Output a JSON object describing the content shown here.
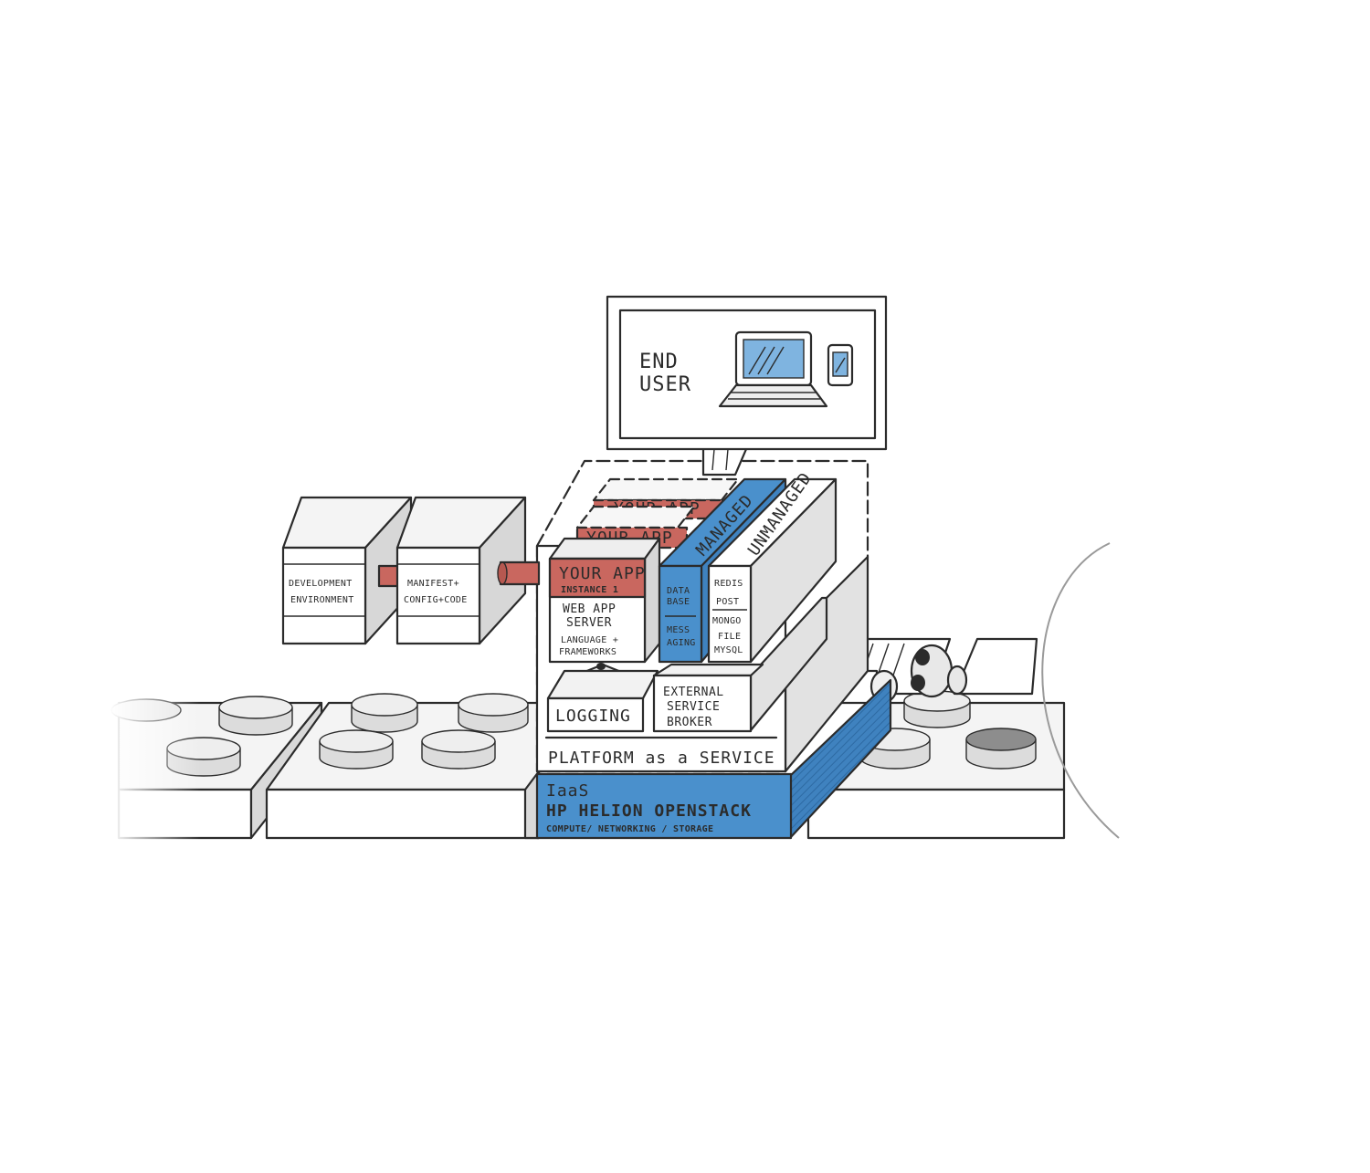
{
  "colors": {
    "accent_red": "#c9675f",
    "accent_blue": "#4a90cc",
    "ink": "#2b2b2b",
    "shade": "#e4e4e4",
    "shade_dark": "#cfcfcf"
  },
  "end_user": {
    "label_line1": "END",
    "label_line2": "USER",
    "icons": [
      "laptop-icon",
      "phone-icon",
      "up-arrow-icon"
    ]
  },
  "dev": {
    "development_line1": "DEVELOPMENT",
    "development_line2": "ENVIRONMENT",
    "manifest_line1": "MANIFEST+",
    "manifest_line2": "CONFIG+CODE"
  },
  "app": {
    "ghost_label": "YOUR APP",
    "title": "YOUR APP",
    "instance": "INSTANCE 1",
    "server_line1": "WEB APP",
    "server_line2": "SERVER",
    "frameworks_line1": "LANGUAGE +",
    "frameworks_line2": "FRAMEWORKS"
  },
  "managed": {
    "header": "MANAGED",
    "db_line1": "DATA",
    "db_line2": "BASE",
    "msg_line1": "MESS",
    "msg_line2": "AGING"
  },
  "unmanaged": {
    "header": "UNMANAGED",
    "items": [
      "REDIS",
      "POST",
      "MONGO",
      "FILE",
      "MYSQL"
    ]
  },
  "services": {
    "logging": "LOGGING",
    "broker_line1": "EXTERNAL",
    "broker_line2": "SERVICE",
    "broker_line3": "BROKER",
    "platform": "PLATFORM as a SERVICE"
  },
  "iaas": {
    "line1": "IaaS",
    "line2": "HP HELION OPENSTACK",
    "line3": "COMPUTE/ NETWORKING / STORAGE"
  }
}
